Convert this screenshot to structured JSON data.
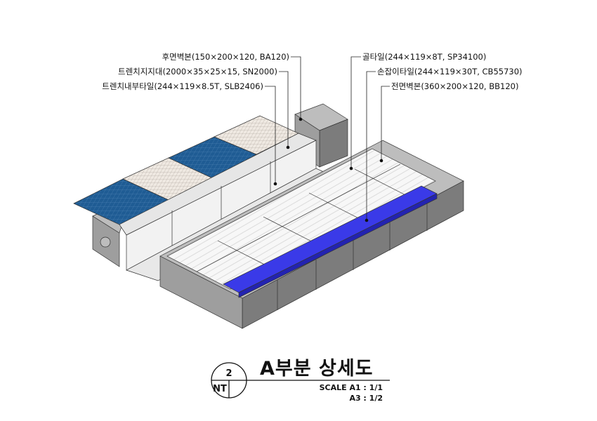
{
  "labels": {
    "rear_block": "후면벽본(150×200×120, BA120)",
    "trench_support": "트렌치지지대(2000×35×25×15, SN2000)",
    "trench_inner_tile": "트렌치내부타일(244×119×8.5T, SLB2406)",
    "groove_tile": "골타일(244×119×8T, SP34100)",
    "handle_tile": "손잡이타일(244×119×30T, CB55730)",
    "front_block": "전면벽본(360×200×120, BB120)"
  },
  "title_block": {
    "bubble_number": "2",
    "bubble_code": "NT",
    "title": "A부분 상세도",
    "scale_a1": "SCALE  A1 : 1/1",
    "scale_a3": "A3 : 1/2"
  },
  "colors": {
    "block_grey": "#9e9e9e",
    "block_grey_dark": "#7c7c7c",
    "block_grey_light": "#bdbdbd",
    "blue_tile": "#1f5c94",
    "handle_blue": "#3a3ae8",
    "tile_white": "#f7f7f7",
    "beige_tile": "#efe9e2"
  }
}
